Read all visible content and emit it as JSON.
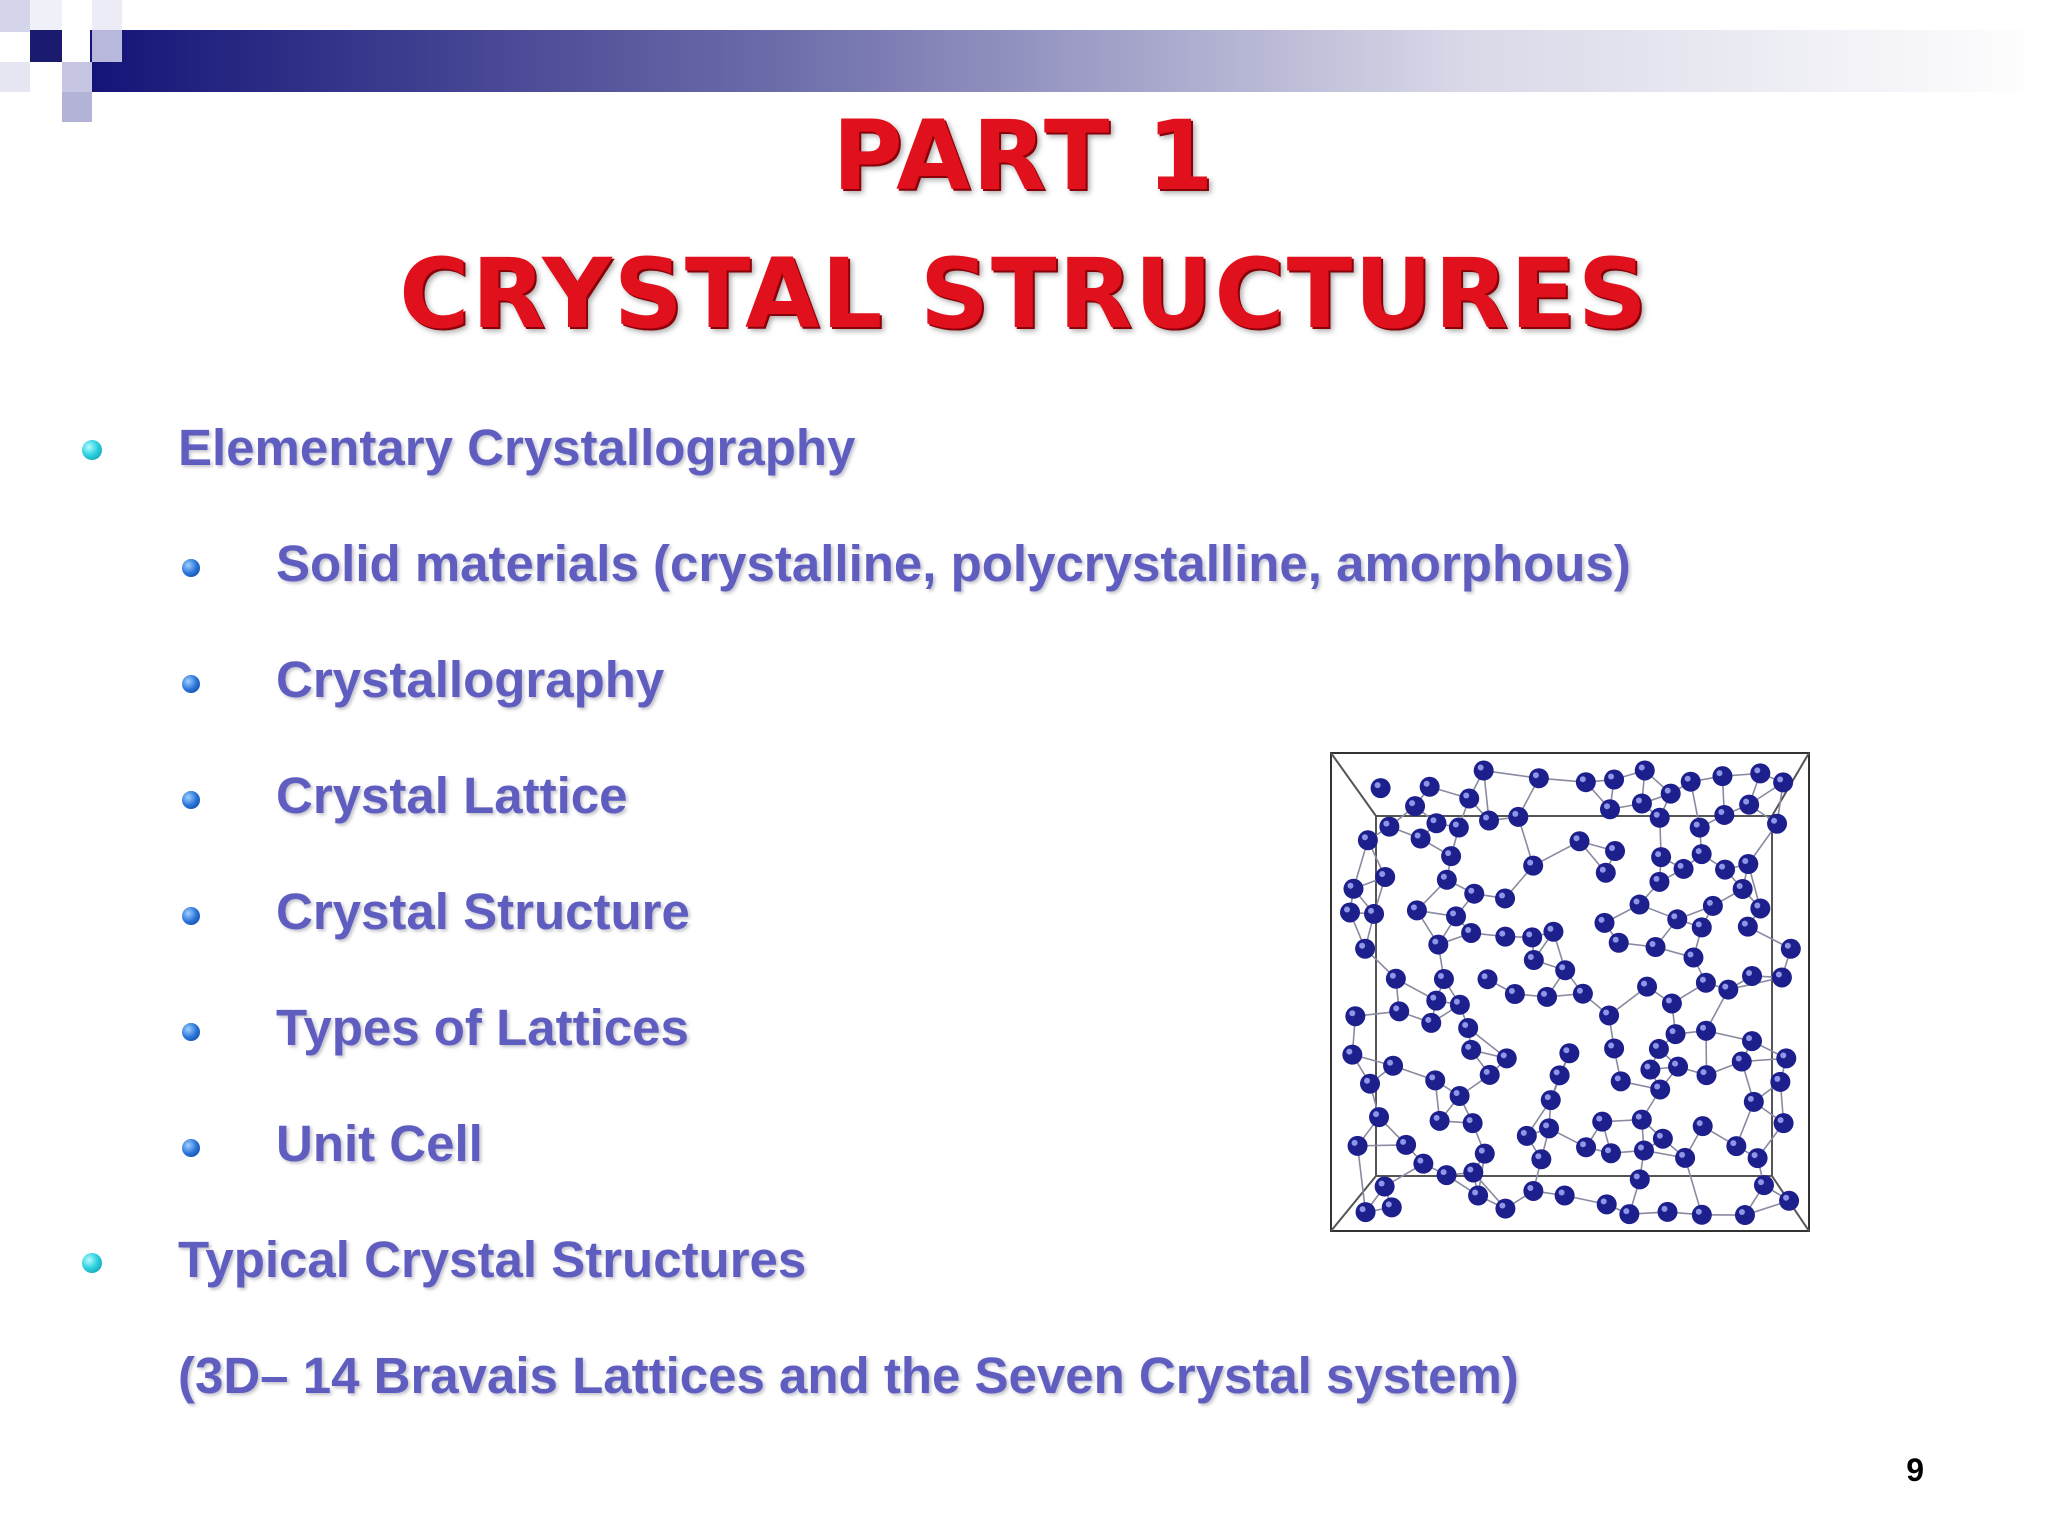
{
  "slide": {
    "title_line1": "PART 1",
    "title_line2": "CRYSTAL STRUCTURES",
    "page_number": "9"
  },
  "outline": {
    "items": [
      {
        "level": 1,
        "text": "Elementary Crystallography"
      },
      {
        "level": 2,
        "text": "Solid materials (crystalline, polycrystalline, amorphous)"
      },
      {
        "level": 2,
        "text": "Crystallography"
      },
      {
        "level": 2,
        "text": "Crystal Lattice"
      },
      {
        "level": 2,
        "text": "Crystal Structure"
      },
      {
        "level": 2,
        "text": "Types of Lattices"
      },
      {
        "level": 2,
        "text": "Unit Cell"
      },
      {
        "level": 1,
        "text": "Typical Crystal Structures"
      },
      {
        "level": 0,
        "text": "(3D– 14 Bravais Lattices and the Seven Crystal system)"
      }
    ]
  },
  "colors": {
    "title": "#e0101c",
    "bullet_text": "#5f5ec0",
    "banner_dark": "#1a1a7a",
    "atom": "#1c1f8c"
  },
  "image": {
    "icon": "amorphous-atom-network"
  }
}
